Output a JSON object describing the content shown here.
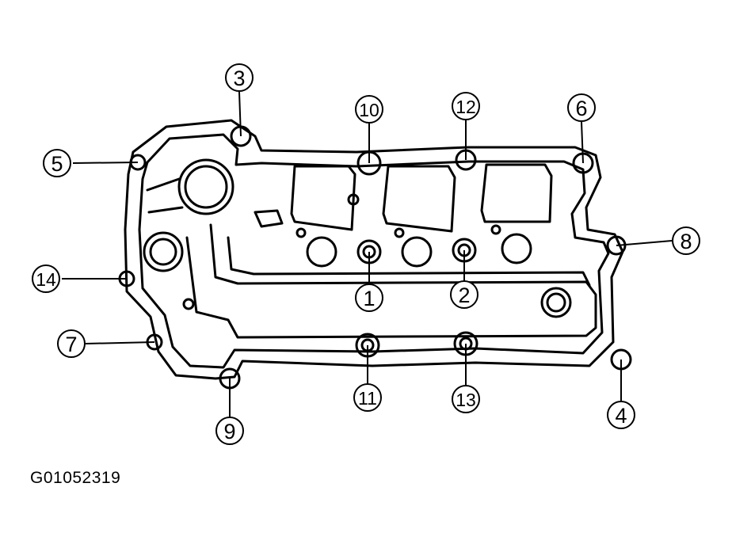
{
  "figure_code": "G01052319",
  "bolt_callouts": [
    {
      "label": "1"
    },
    {
      "label": "2"
    },
    {
      "label": "3"
    },
    {
      "label": "4"
    },
    {
      "label": "5"
    },
    {
      "label": "6"
    },
    {
      "label": "7"
    },
    {
      "label": "8"
    },
    {
      "label": "9"
    },
    {
      "label": "10"
    },
    {
      "label": "11"
    },
    {
      "label": "12"
    },
    {
      "label": "13"
    },
    {
      "label": "14"
    }
  ]
}
